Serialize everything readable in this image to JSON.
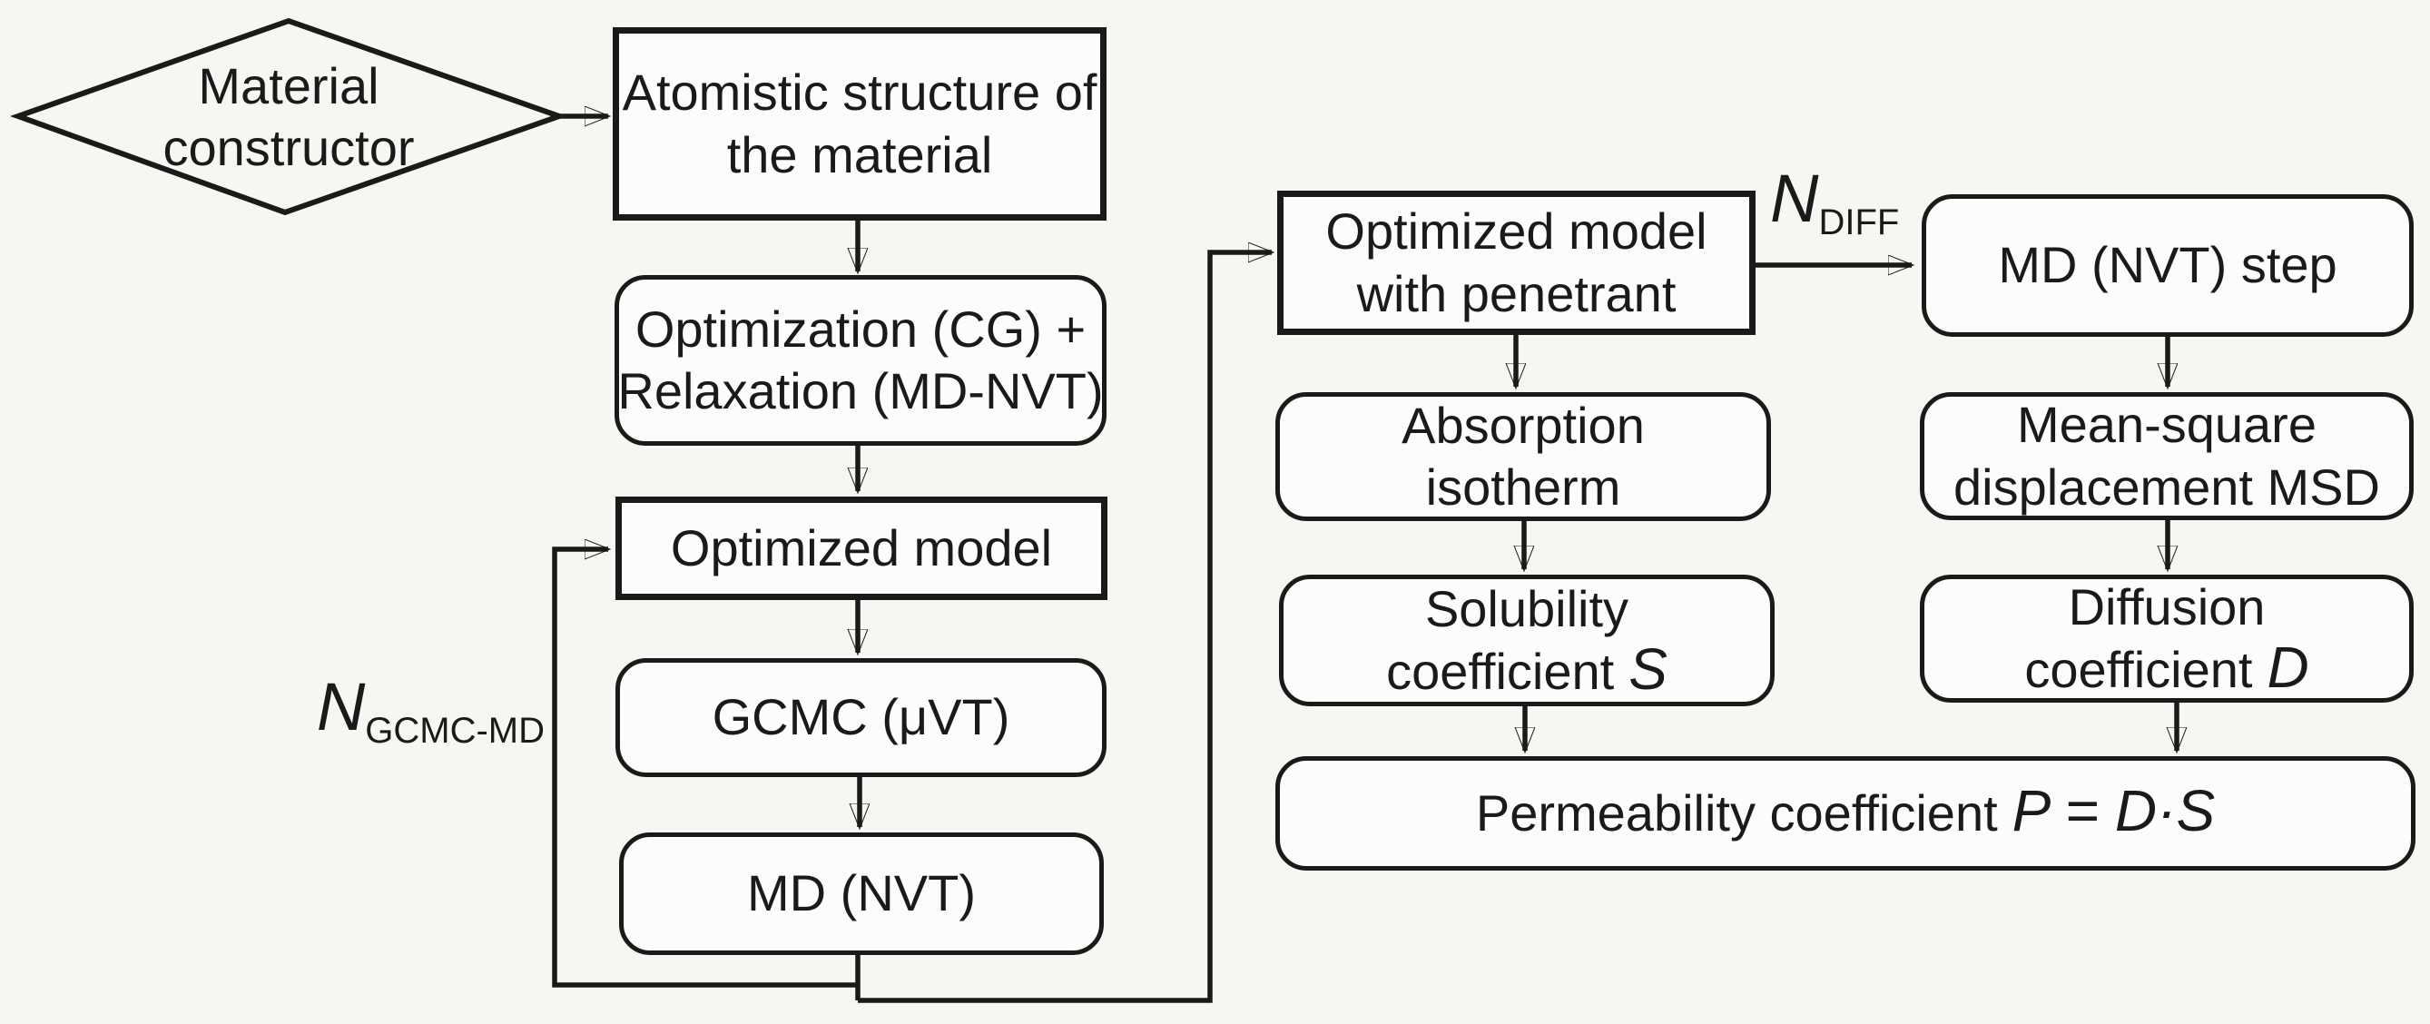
{
  "figure": {
    "background_color": "#f7f6f3",
    "line_color": "#1a1a1a",
    "nodes": {
      "material_constructor": {
        "shape": "diamond",
        "line1": "Material",
        "line2": "constructor"
      },
      "atomistic_structure": {
        "shape": "rect",
        "line1": "Atomistic structure of",
        "line2": "the material"
      },
      "optimization_relaxation": {
        "shape": "rounded",
        "line1": "Optimization (CG) +",
        "line2": "Relaxation (MD-NVT)"
      },
      "optimized_model": {
        "shape": "rect",
        "label": "Optimized model"
      },
      "gcmc": {
        "shape": "rounded",
        "label": "GCMC (μVT)"
      },
      "md_nvt": {
        "shape": "rounded",
        "label": "MD (NVT)"
      },
      "optimized_model_penetrant": {
        "shape": "rect",
        "line1": "Optimized model",
        "line2": "with penetrant"
      },
      "md_nvt_step": {
        "shape": "rounded",
        "label": "MD (NVT) step"
      },
      "absorption_isotherm": {
        "shape": "rounded",
        "line1": "Absorption",
        "line2": "isotherm"
      },
      "mean_square_displacement": {
        "shape": "rounded",
        "line1": "Mean-square",
        "line2": "displacement MSD"
      },
      "solubility_coefficient": {
        "shape": "rounded",
        "line1": "Solubility",
        "line2_text": "coefficient",
        "line2_symbol": "S"
      },
      "diffusion_coefficient": {
        "shape": "rounded",
        "line1": "Diffusion",
        "line2_text": "coefficient",
        "line2_symbol": "D"
      },
      "permeability_coefficient": {
        "shape": "rounded",
        "text": "Permeability coefficient",
        "formula": "P = D·S"
      }
    },
    "edge_labels": {
      "n_gcmc_md": {
        "symbol": "N",
        "subscript": "GCMC-MD"
      },
      "n_diff": {
        "symbol": "N",
        "subscript": "DIFF"
      }
    }
  }
}
